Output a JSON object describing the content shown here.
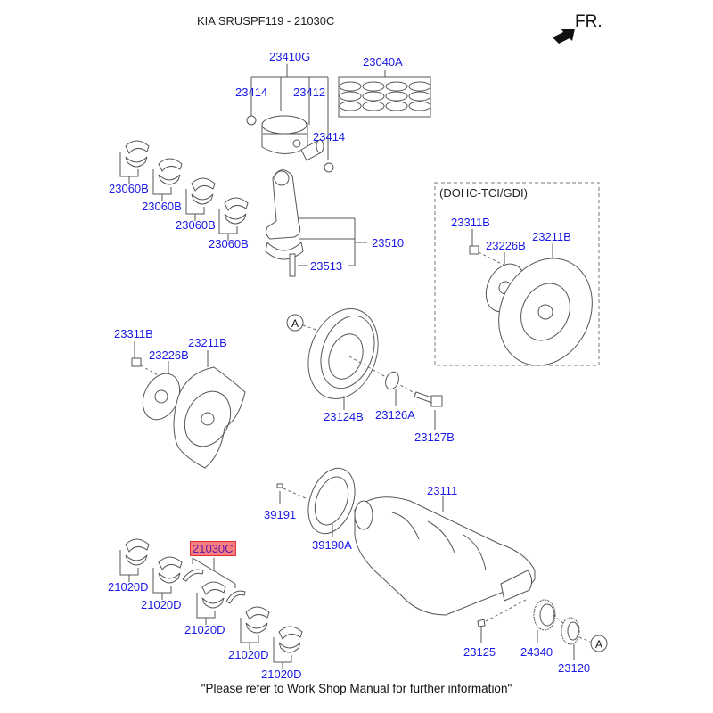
{
  "header": {
    "title": "KIA SRUSPF119 - 21030C",
    "direction_label": "FR."
  },
  "footer_note": "\"Please refer to Work Shop Manual for further information\"",
  "colors": {
    "part_label": "#1a1ae6",
    "highlight_fill": "#f57f7f",
    "highlight_border": "#e23030",
    "highlight_text": "#6a1aa8"
  },
  "group_box": {
    "label": "(DOHC-TCI/GDI)"
  },
  "reference_marker": "A",
  "parts": {
    "piston_assy": "23410G",
    "piston_ring_set": "23040A",
    "snap_ring_left": "23414",
    "piston_pin": "23412",
    "snap_ring_right": "23414",
    "conrod_bearing_1": "23060B",
    "conrod_bearing_2": "23060B",
    "conrod_bearing_3": "23060B",
    "conrod_bearing_4": "23060B",
    "conrod_assy": "23510",
    "conrod_bolt": "23513",
    "gdi_flywheel_bolt": "23311B",
    "gdi_adapter_plate": "23226B",
    "gdi_drive_plate": "23211B",
    "flywheel_bolt": "23311B",
    "adapter_plate": "23226B",
    "drive_plate": "23211B",
    "damper_pulley": "23124B",
    "pulley_washer": "23126A",
    "pulley_bolt": "23127B",
    "target_wheel_screw": "39191",
    "target_wheel": "39190A",
    "crankshaft": "23111",
    "crank_key": "23125",
    "sprocket": "24340",
    "timing_sprocket": "23120",
    "thrust_bearing_set": "21030C",
    "main_bearing_1": "21020D",
    "main_bearing_2": "21020D",
    "main_bearing_3": "21020D",
    "main_bearing_4": "21020D",
    "main_bearing_5": "21020D"
  },
  "highlighted_part": "21030C"
}
